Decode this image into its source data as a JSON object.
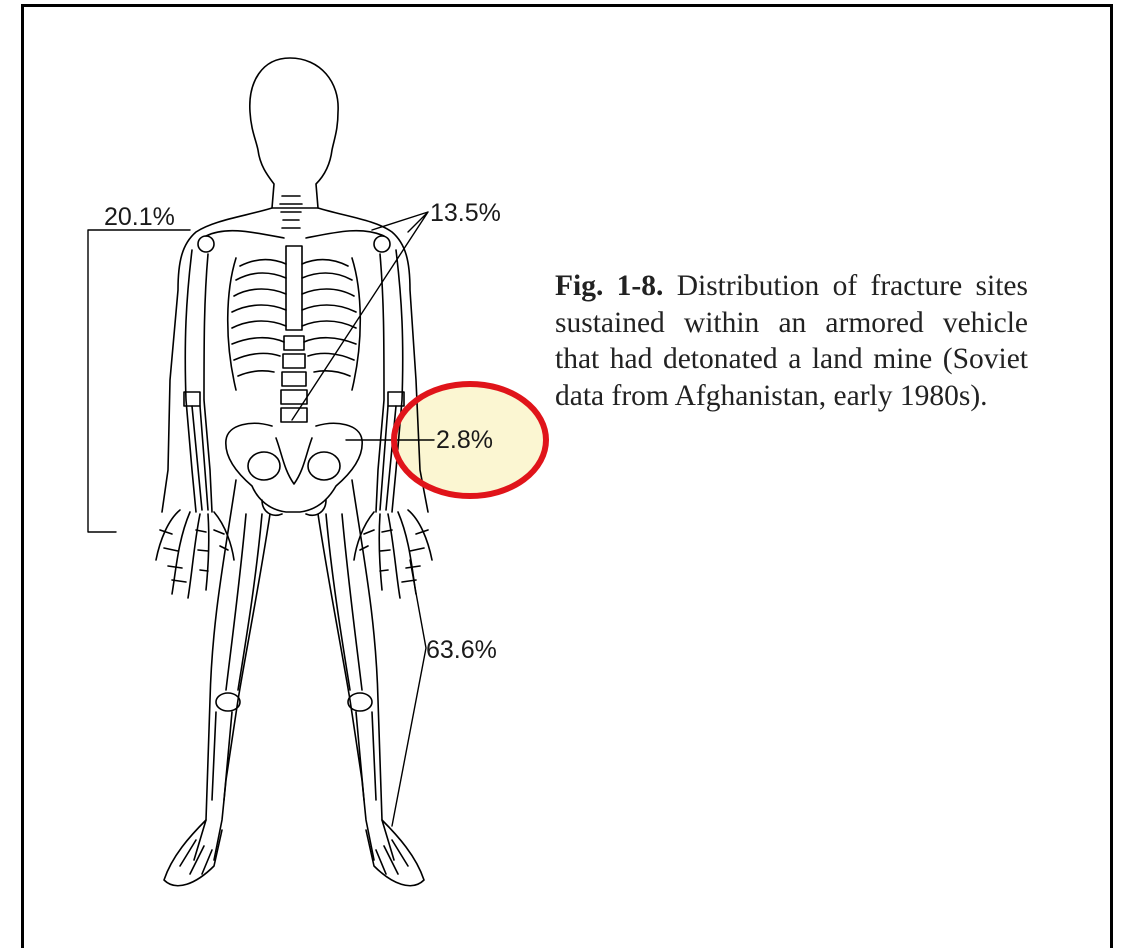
{
  "figure": {
    "caption_label": "Fig. 1-8.",
    "caption_text": "Distribution of fracture sites sustained within an armored vehicle that had detonated a land mine (Soviet data from Afghanistan, early 1980s).",
    "annotations": {
      "upper_limbs": "20.1%",
      "spine_thorax": "13.5%",
      "pelvis": "2.8%",
      "lower_limbs": "63.6%"
    },
    "highlight": {
      "target": "pelvis",
      "ring_color": "#e0141a",
      "fill_color": "#fbf6d2"
    }
  }
}
